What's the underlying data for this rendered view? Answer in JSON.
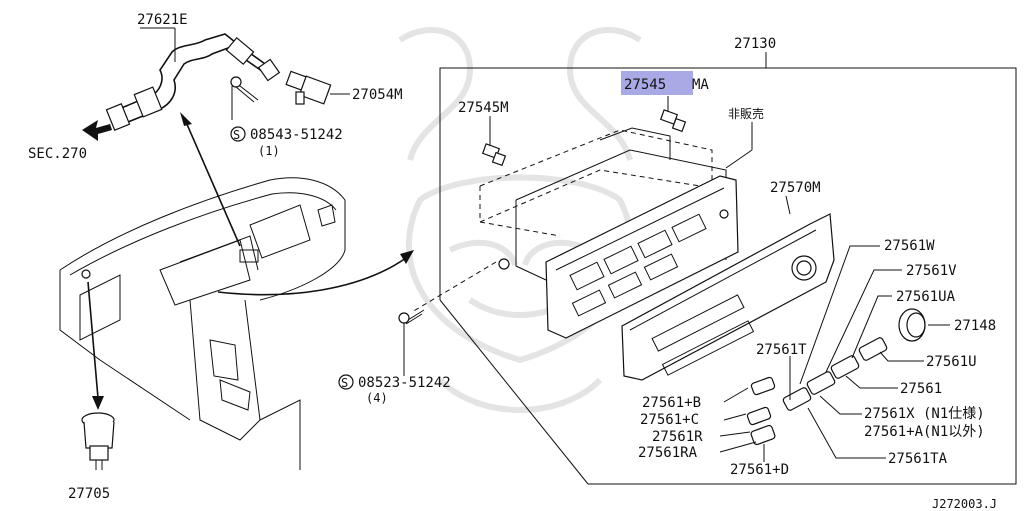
{
  "labels": {
    "p27621E": "27621E",
    "p27054M": "27054M",
    "sec270": "SEC.270",
    "screw1": "08543-51242",
    "screw1_qty": "(1)",
    "p27130": "27130",
    "p27545M": "27545M",
    "p27545MA_hl": "27545",
    "p27545MA_rest": "MA",
    "not_for_sale": "非販売",
    "p27570M": "27570M",
    "p27561W": "27561W",
    "p27561V": "27561V",
    "p27561UA": "27561UA",
    "p27148": "27148",
    "p27561T": "27561T",
    "p27561U": "27561U",
    "screw2": "08523-51242",
    "screw2_qty": "(4)",
    "p27561": "27561",
    "p27561B": "27561+B",
    "p27561C": "27561+C",
    "p27561X": "27561X (N1仕様)",
    "p27561A": "27561+A(N1以外)",
    "p27561R": "27561R",
    "p27561RA": "27561RA",
    "p27561TA": "27561TA",
    "p27561D": "27561+D",
    "p27705": "27705",
    "diagram_code": "J272003.J",
    "screw_symbol": "S"
  },
  "colors": {
    "highlight": "#a9a9e6",
    "line": "#111111",
    "watermark": "#e4e4e4"
  }
}
